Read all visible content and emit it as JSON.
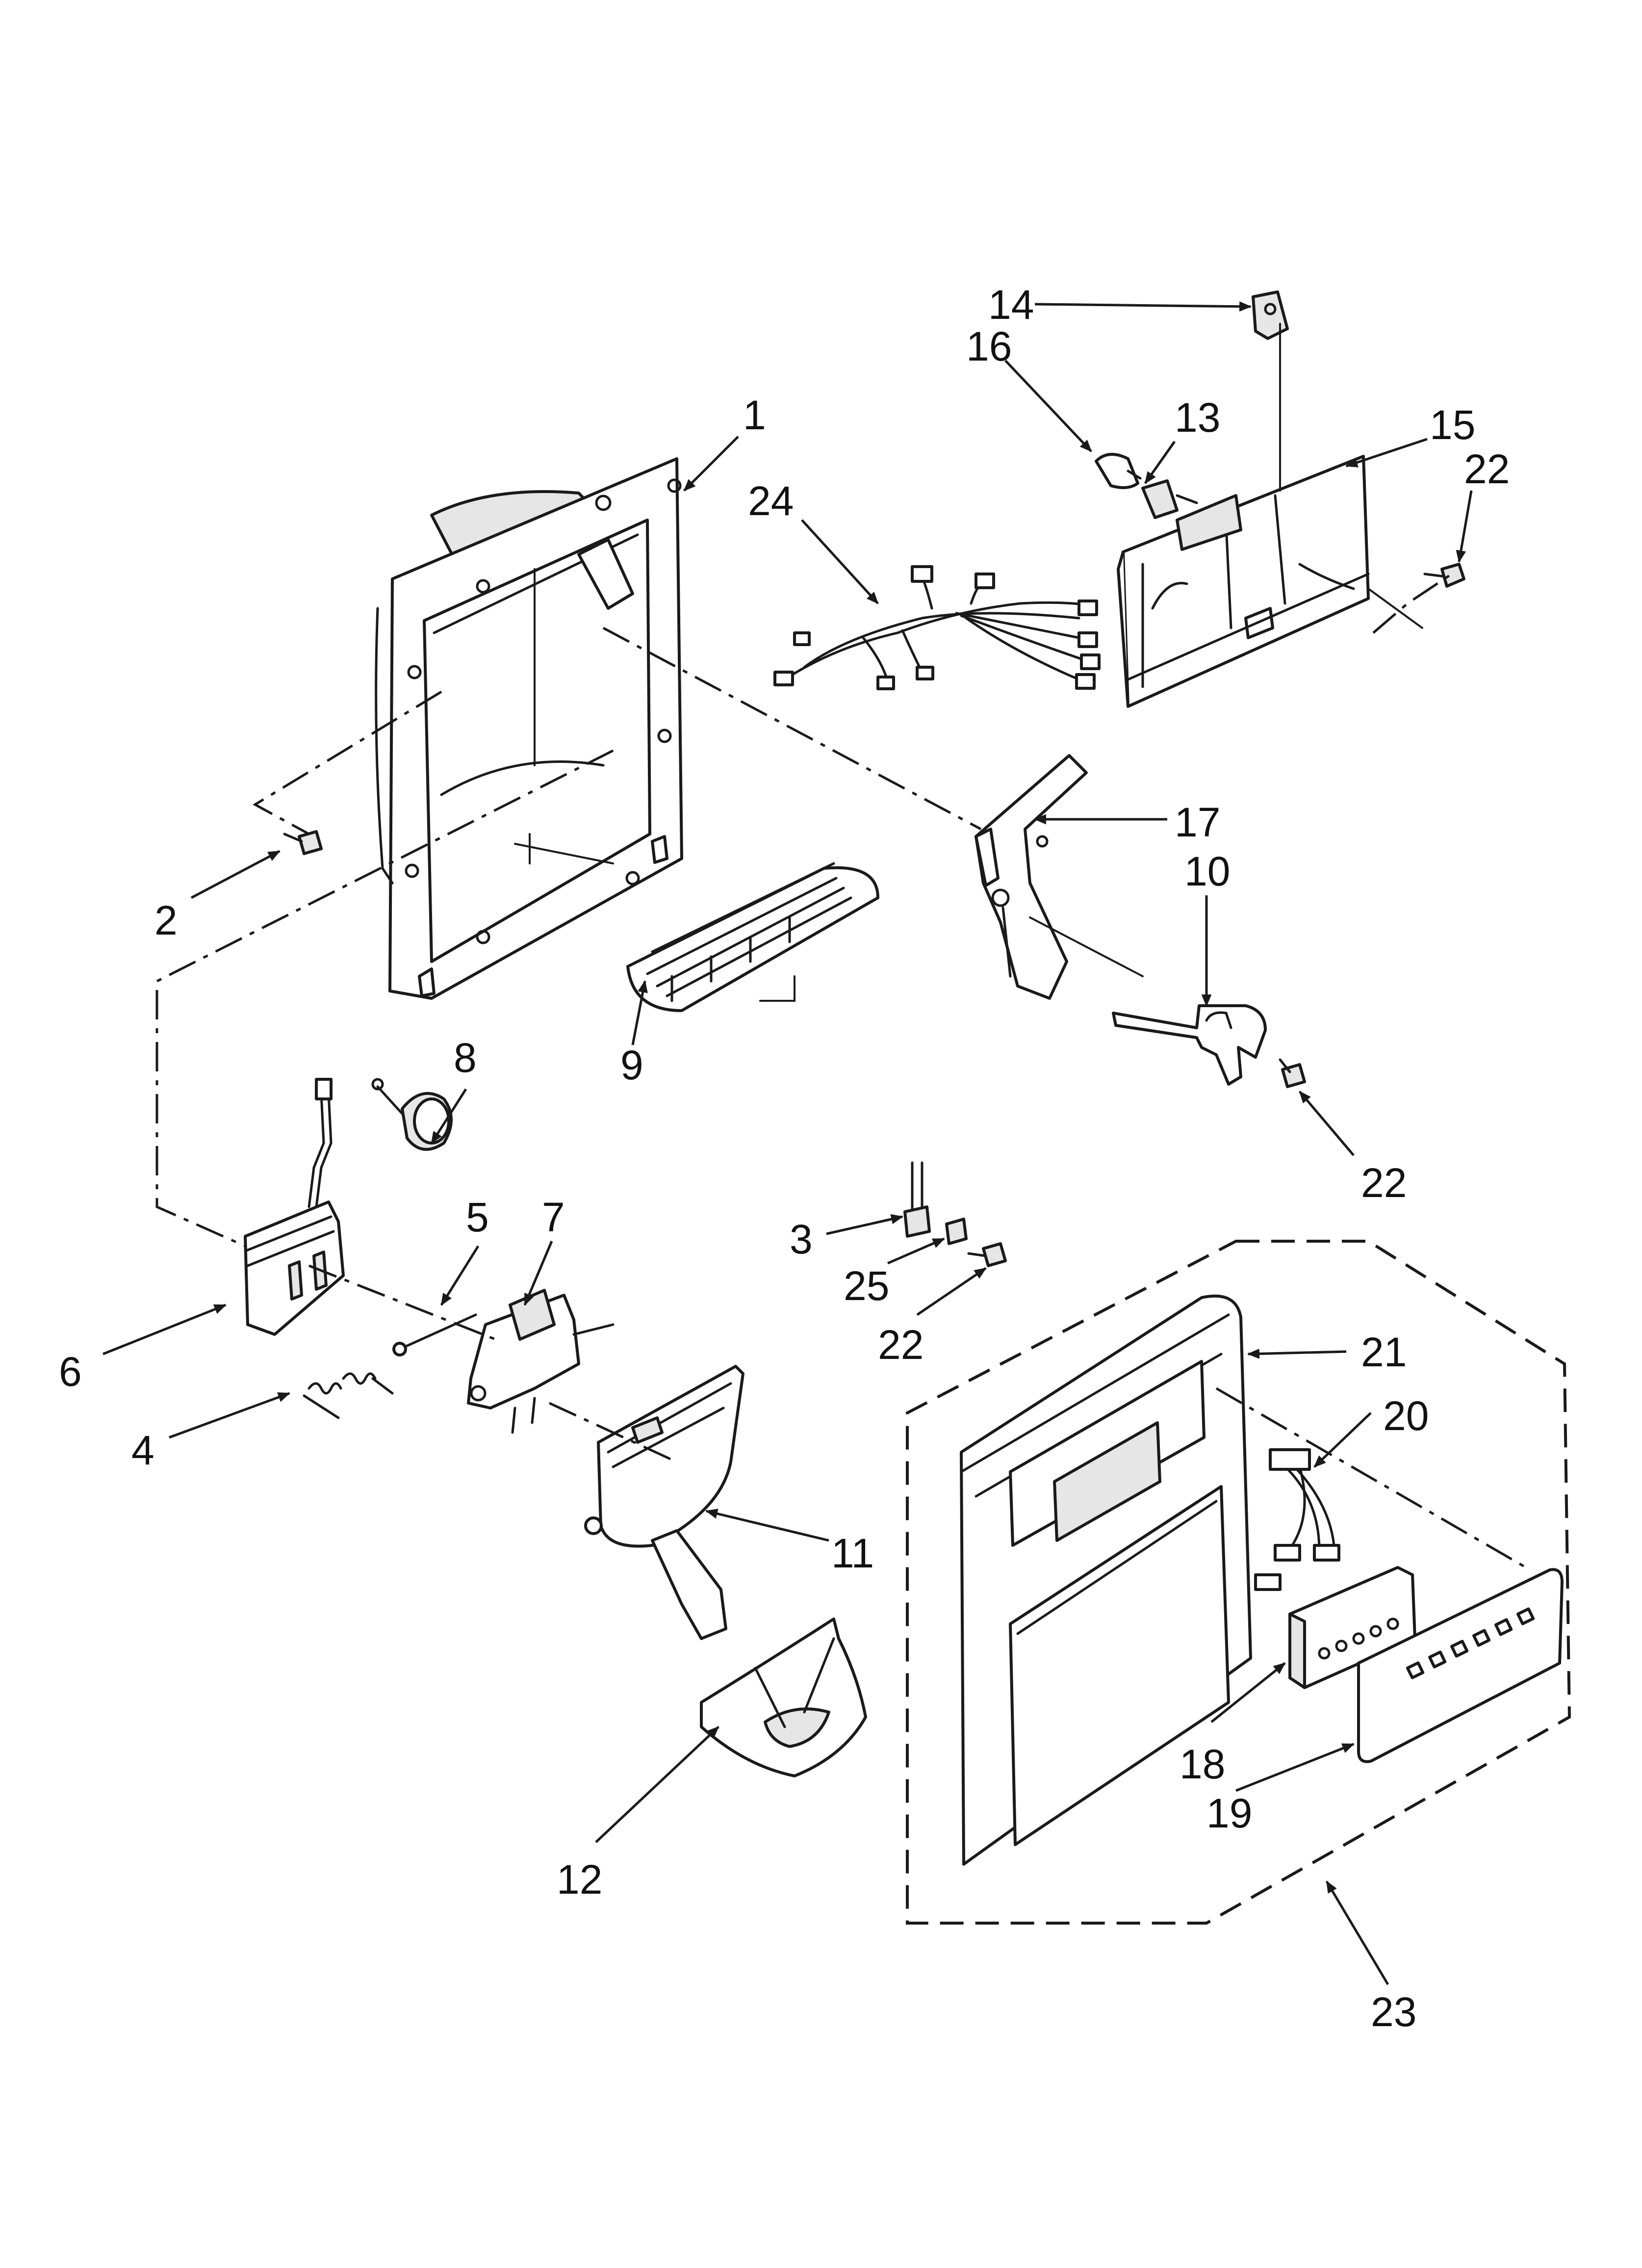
{
  "callouts": {
    "c1": "1",
    "c2": "2",
    "c3": "3",
    "c4": "4",
    "c5": "5",
    "c6": "6",
    "c7": "7",
    "c8": "8",
    "c9": "9",
    "c10": "10",
    "c11": "11",
    "c12": "12",
    "c13": "13",
    "c14": "14",
    "c15": "15",
    "c16": "16",
    "c17": "17",
    "c18": "18",
    "c19": "19",
    "c20": "20",
    "c21": "21",
    "c22a": "22",
    "c22b": "22",
    "c22c": "22",
    "c23": "23",
    "c24": "24",
    "c25": "25"
  },
  "colors": {
    "line": "#1a1a1a",
    "shade": "#e6e6e6",
    "background": "#ffffff"
  }
}
